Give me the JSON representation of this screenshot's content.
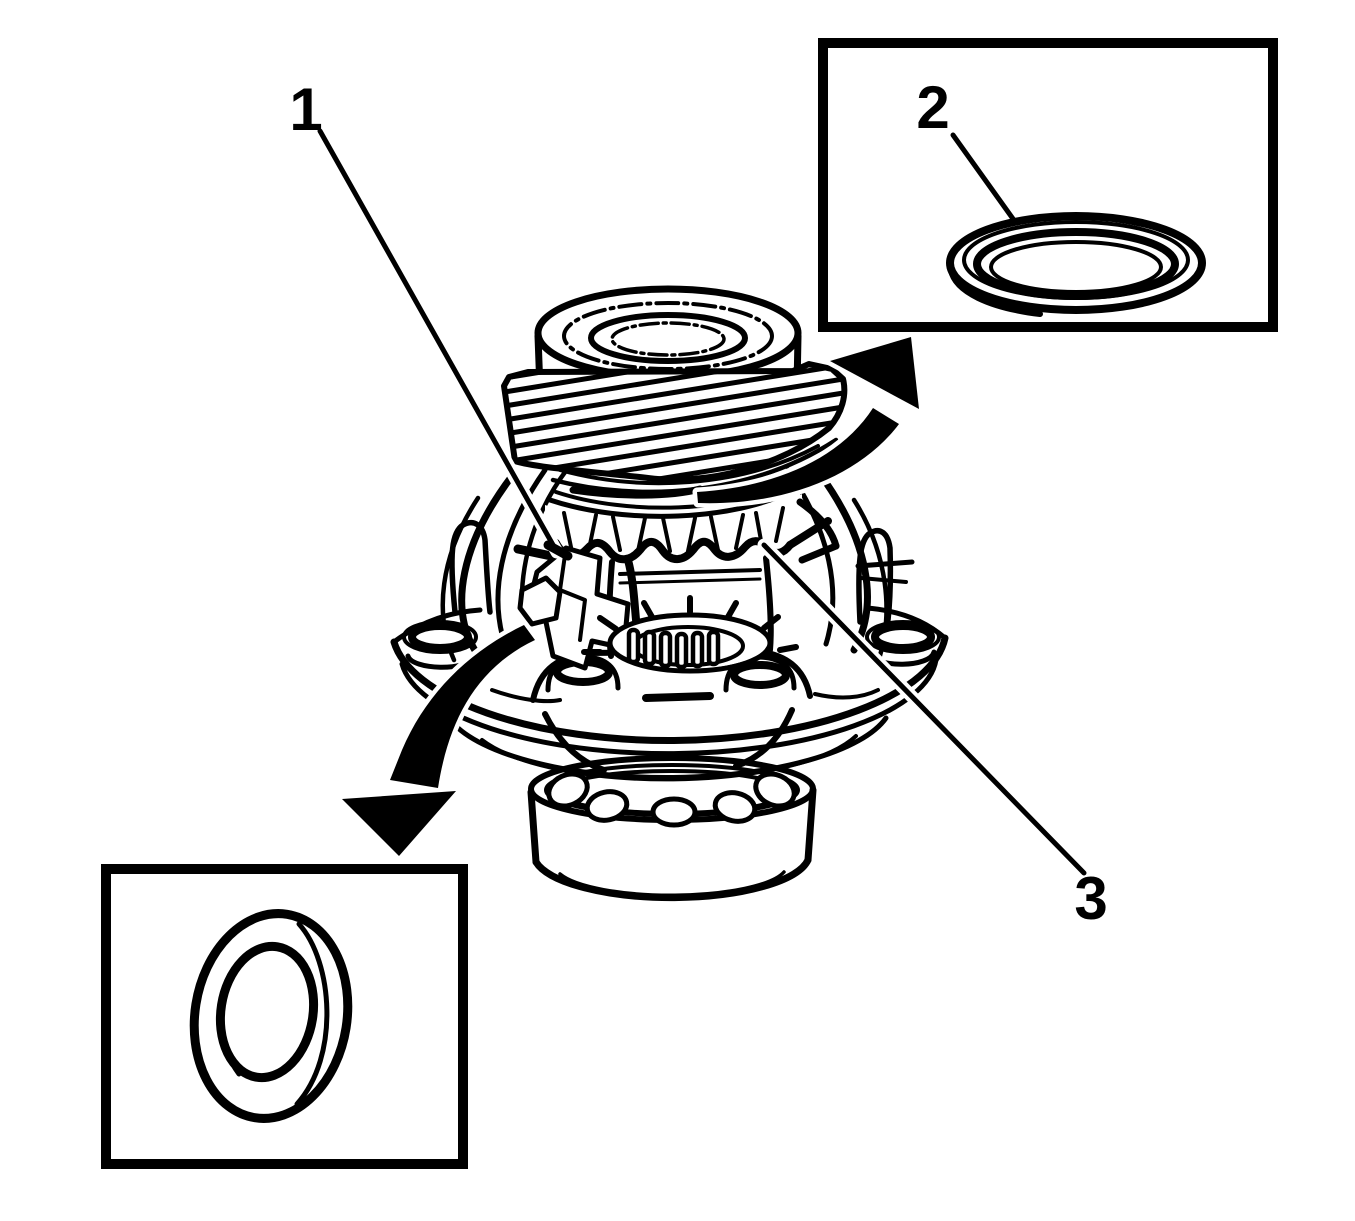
{
  "diagram": {
    "palette": {
      "background": "#ffffff",
      "ink": "#000000"
    },
    "callouts": {
      "one": {
        "label": "1"
      },
      "two": {
        "label": "2"
      },
      "three": {
        "label": "3"
      }
    },
    "figures": {
      "main": "differential-carrier-assembly-cutaway",
      "inset_top_right": "thrust-washer-perspective-view",
      "inset_bottom_left": "thrust-washer-front-view",
      "arrows": [
        "curved-arrow-to-top-right-inset",
        "curved-arrow-to-bottom-left-inset"
      ]
    }
  }
}
